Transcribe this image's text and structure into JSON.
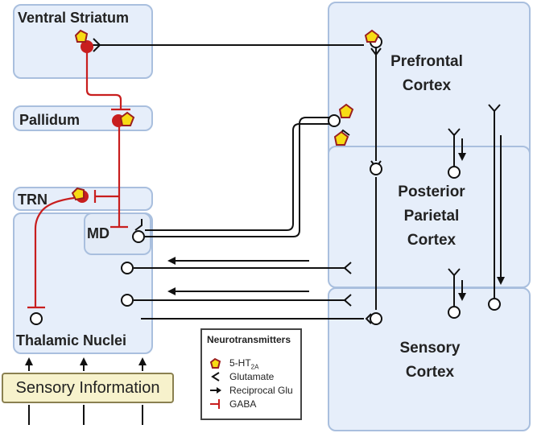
{
  "regions": {
    "ventral_striatum": "Ventral Striatum",
    "pallidum": "Pallidum",
    "trn": "TRN",
    "md": "MD",
    "thalamic_nuclei": "Thalamic Nuclei",
    "prefrontal_cortex": [
      "Prefrontal",
      "Cortex"
    ],
    "posterior_parietal_cortex": [
      "Posterior",
      "Parietal",
      "Cortex"
    ],
    "sensory_cortex": [
      "Sensory",
      "Cortex"
    ]
  },
  "input": {
    "sensory_information": "Sensory Information"
  },
  "legend": {
    "title": "Neurotransmitters",
    "items": {
      "ht2a": {
        "base": "5-HT",
        "sub": "2A"
      },
      "glutamate": "Glutamate",
      "reciprocal_glu": "Reciprocal Glu",
      "gaba": "GABA"
    }
  },
  "colors": {
    "region_fill": "#e6eefa",
    "region_border": "#a9bfde",
    "gaba": "#c81e1e",
    "glutamate": "#111111",
    "receptor_fill": "#f7dc14",
    "receptor_border": "#9a1f1f",
    "sensory_box_fill": "#f7f2cc"
  }
}
